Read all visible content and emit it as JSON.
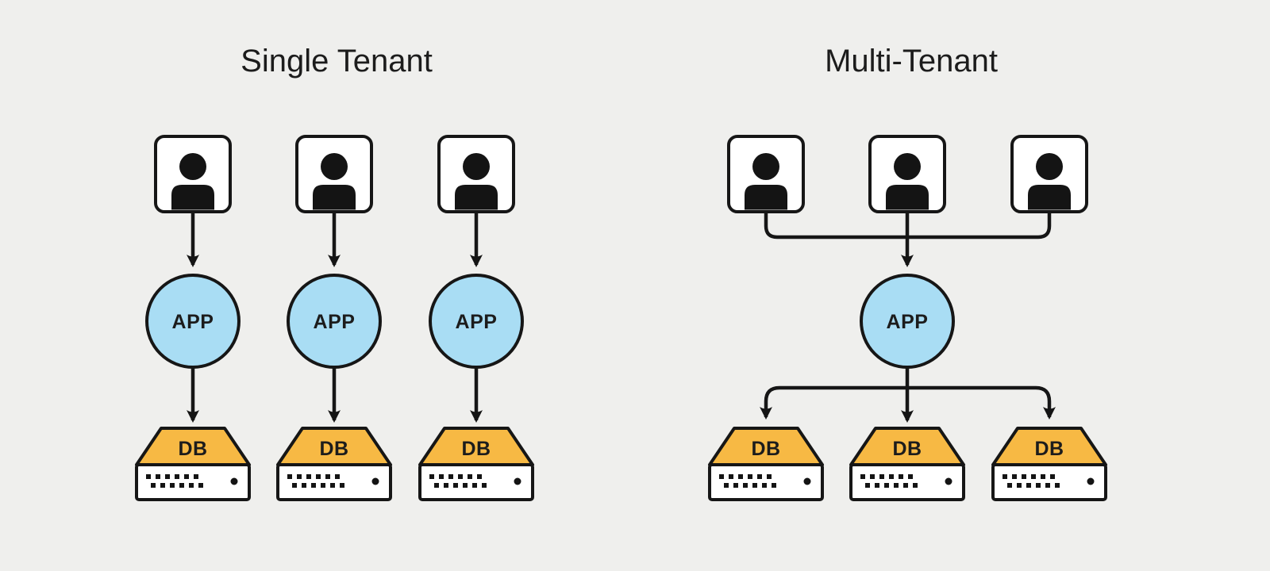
{
  "diagram": {
    "left": {
      "title": "Single Tenant",
      "columns": [
        {
          "user": "user-icon",
          "app_label": "APP",
          "db_label": "DB"
        },
        {
          "user": "user-icon",
          "app_label": "APP",
          "db_label": "DB"
        },
        {
          "user": "user-icon",
          "app_label": "APP",
          "db_label": "DB"
        }
      ]
    },
    "right": {
      "title": "Multi-Tenant",
      "app_label": "APP",
      "db_labels": [
        "DB",
        "DB",
        "DB"
      ]
    }
  },
  "colors": {
    "background": "#efefed",
    "stroke": "#161616",
    "app_fill": "#a9ddf4",
    "db_fill": "#f7b944"
  }
}
